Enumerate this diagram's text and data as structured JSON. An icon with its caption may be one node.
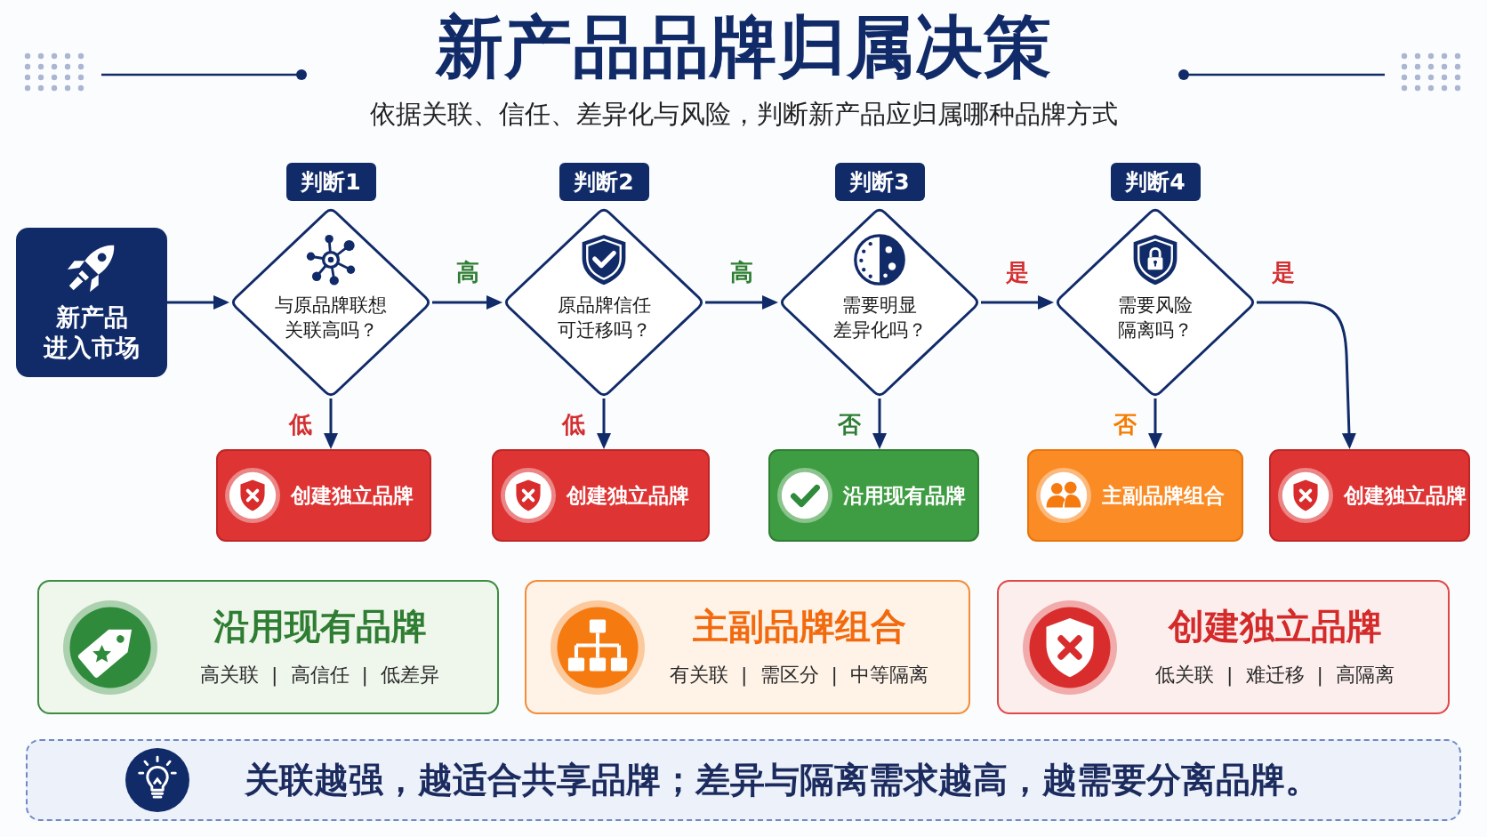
{
  "diagram": {
    "title": "新产品品牌归属决策",
    "nodes": [
      {
        "text": [
          "新产品进入市场"
        ]
      },
      {
        "text": [
          "判断1",
          "与原品牌联想关联高吗？"
        ]
      },
      {
        "text": [
          "判断2",
          "原品牌信任可迁移吗？"
        ]
      },
      {
        "text": [
          "判断3",
          "需要明显差异化吗？"
        ]
      },
      {
        "text": [
          "判断4",
          "需要风险隔离吗？"
        ]
      },
      {
        "text": [
          "创建独立品牌"
        ]
      },
      {
        "text": [
          "创建独立品牌"
        ]
      },
      {
        "text": [
          "沿用现有品牌"
        ]
      },
      {
        "text": [
          "主副品牌组合"
        ]
      },
      {
        "text": [
          "创建独立品牌"
        ]
      },
      {
        "text": [
          "沿用现有品牌",
          "高关联 | 高信任 | 低差异"
        ]
      },
      {
        "text": [
          "主副品牌组合",
          "有关联 | 需区分 | 中等隔离"
        ]
      },
      {
        "text": [
          "创建独立品牌",
          "低关联 | 难迁移 | 高隔离"
        ]
      },
      {
        "text": [
          "关联越强，越适合共享品牌；差异与隔离需求越高，越需要分离品牌。"
        ]
      }
    ],
    "edges": [
      {
        "from": 0,
        "to": 1,
        "arrow": "to"
      },
      {
        "from": 1,
        "to": 2,
        "arrow": "to",
        "label": "高"
      },
      {
        "from": 2,
        "to": 3,
        "arrow": "to",
        "label": "高"
      },
      {
        "from": 3,
        "to": 4,
        "arrow": "to",
        "label": "是"
      },
      {
        "from": 4,
        "to": 9,
        "arrow": "to",
        "label": "是"
      },
      {
        "from": 1,
        "to": 5,
        "arrow": "to",
        "label": "低"
      },
      {
        "from": 2,
        "to": 6,
        "arrow": "to",
        "label": "低"
      },
      {
        "from": 3,
        "to": 7,
        "arrow": "to",
        "label": "否"
      },
      {
        "from": 4,
        "to": 8,
        "arrow": "to",
        "label": "否"
      }
    ],
    "labels": [
      "依据关联、信任、差异化与风险，判断新产品应归属哪种品牌方式"
    ]
  }
}
